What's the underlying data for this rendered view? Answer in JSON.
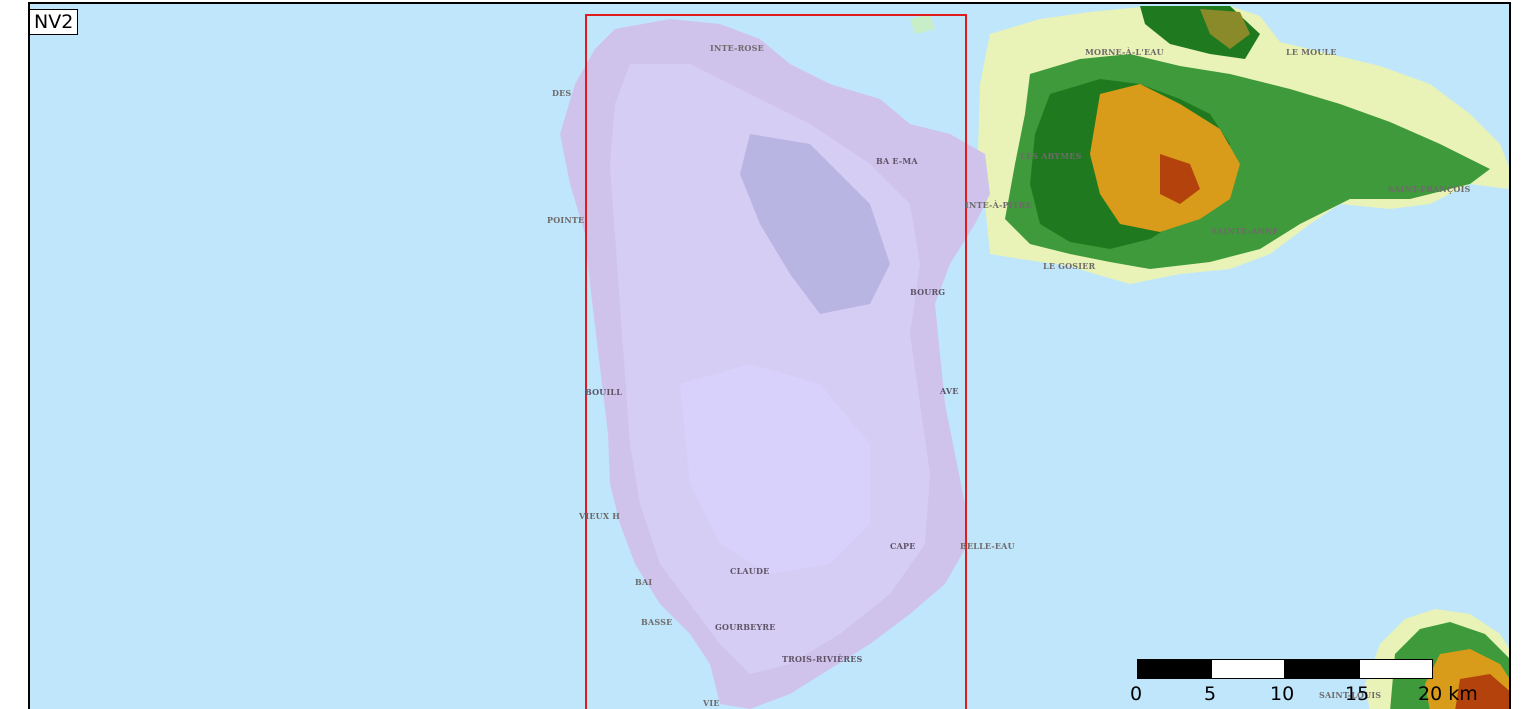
{
  "level_label": "NV2",
  "colors": {
    "sea": "#bfe6fb",
    "roi_outline": "#e01b1b",
    "overlay": "#cfc7f5",
    "low_land": "#e9f3b7",
    "mid_green": "#3e9a3a",
    "dark_green": "#1f7a1f",
    "high_orange": "#d99b1a",
    "peak_red": "#b4420c"
  },
  "towns": {
    "sainte_rose": "INTE-ROSE",
    "deshaies": "DES",
    "baie_mahault": "BA  E-MA",
    "pointe_noire": "POINTE",
    "petit_bourg": "BOURG",
    "bouillante": "BOUILL",
    "goyave": "AVE",
    "vieux_habitants": "VIEUX H",
    "capesterre": "CAPE",
    "belle_eau": "BELLE-EAU",
    "saint_claude": "CLAUDE",
    "baillif": "BAI",
    "basse_terre": "BASSE",
    "gourbeyre": "GOURBEYRE",
    "trois_rivieres": "TROIS-RIVIÈRES",
    "vieux_fort": "VIE",
    "morne_a_leau": "MORNE-À-L'EAU",
    "le_moule": "LE MOULE",
    "les_abymes": "LES ABYMES",
    "pointe_a_pitre": "INTE-À-PITRE",
    "saint_francois": "SAINT-FRANÇOIS",
    "sainte_anne": "SAINTE-ANNE",
    "le_gosier": "LE GOSIER",
    "saint_louis": "SAINT-LOUIS"
  },
  "scale_bar": {
    "ticks": [
      "0",
      "5",
      "10",
      "15",
      "20 km"
    ]
  }
}
